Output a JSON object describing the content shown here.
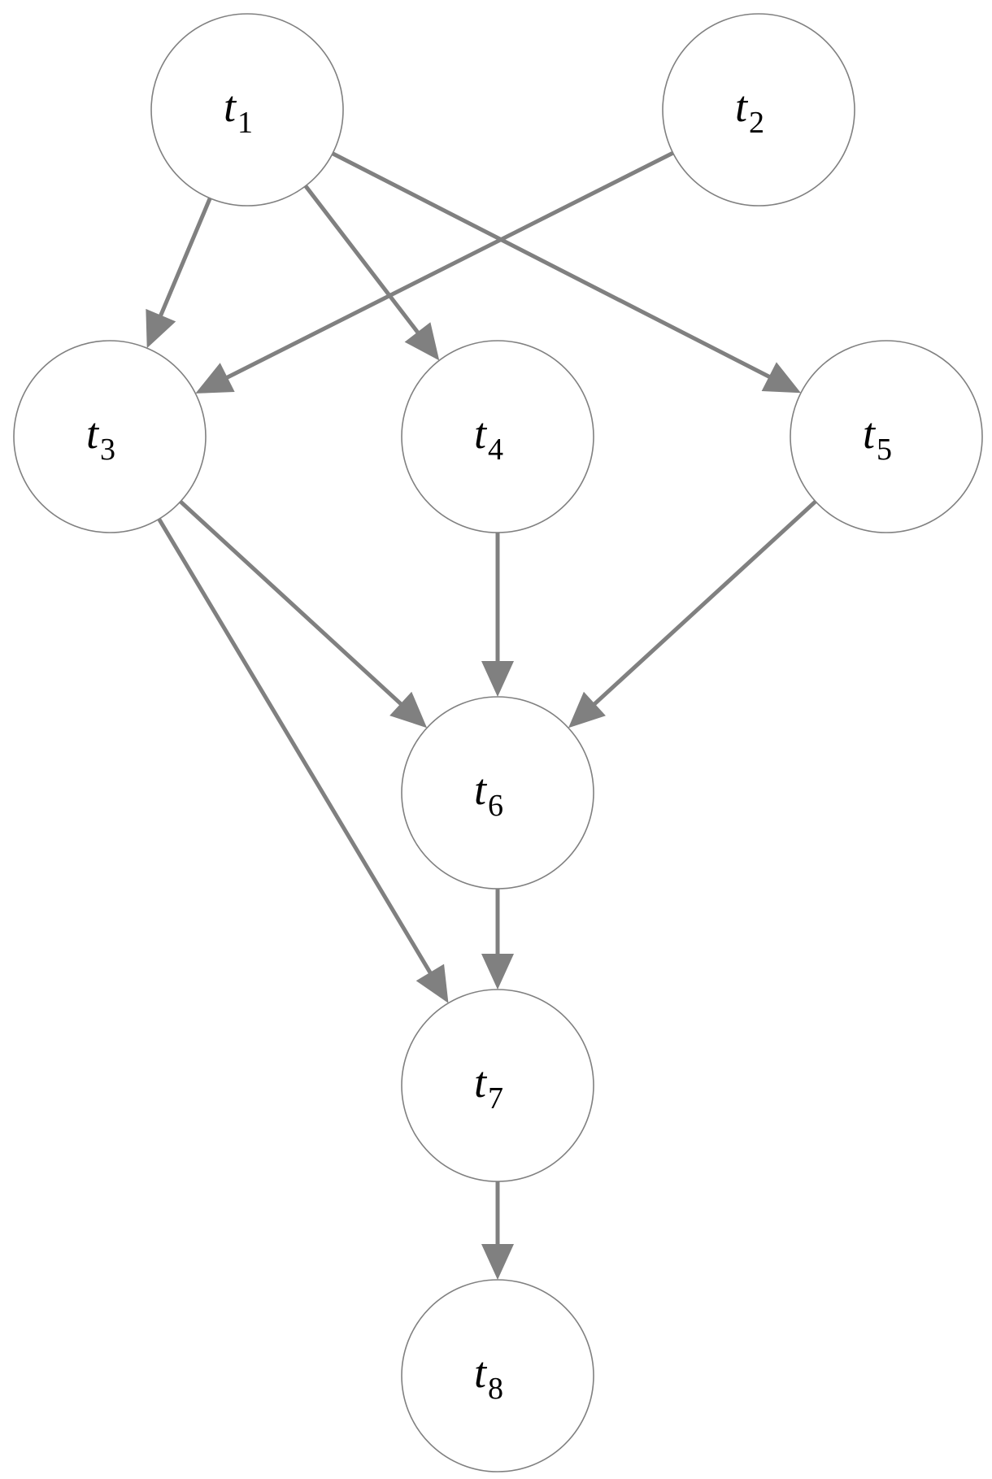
{
  "diagram": {
    "type": "directed-acyclic-graph",
    "colors": {
      "edge": "#808080",
      "node_border": "#808080",
      "node_fill": "#ffffff",
      "text": "#000000"
    },
    "nodes": [
      {
        "id": "t1",
        "label": "t",
        "subscript": "1"
      },
      {
        "id": "t2",
        "label": "t",
        "subscript": "2"
      },
      {
        "id": "t3",
        "label": "t",
        "subscript": "3"
      },
      {
        "id": "t4",
        "label": "t",
        "subscript": "4"
      },
      {
        "id": "t5",
        "label": "t",
        "subscript": "5"
      },
      {
        "id": "t6",
        "label": "t",
        "subscript": "6"
      },
      {
        "id": "t7",
        "label": "t",
        "subscript": "7"
      },
      {
        "id": "t8",
        "label": "t",
        "subscript": "8"
      }
    ],
    "edges": [
      {
        "from": "t1",
        "to": "t3"
      },
      {
        "from": "t1",
        "to": "t4"
      },
      {
        "from": "t1",
        "to": "t5"
      },
      {
        "from": "t2",
        "to": "t3"
      },
      {
        "from": "t3",
        "to": "t6"
      },
      {
        "from": "t3",
        "to": "t7"
      },
      {
        "from": "t4",
        "to": "t6"
      },
      {
        "from": "t5",
        "to": "t6"
      },
      {
        "from": "t6",
        "to": "t7"
      },
      {
        "from": "t7",
        "to": "t8"
      }
    ]
  }
}
